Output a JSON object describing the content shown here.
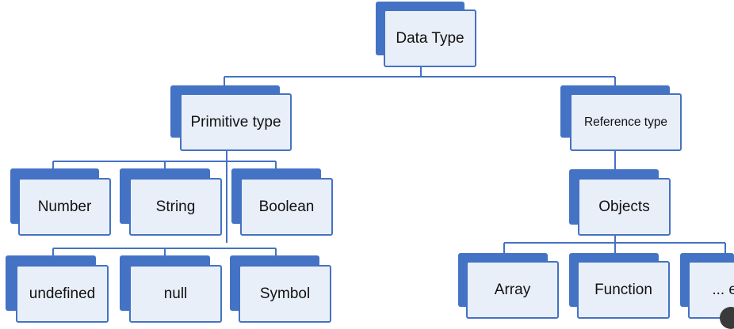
{
  "diagram": {
    "root": {
      "label": "Data Type"
    },
    "primitive": {
      "label": "Primitive type",
      "children": [
        "Number",
        "String",
        "Boolean",
        "undefined",
        "null",
        "Symbol"
      ]
    },
    "reference": {
      "label": "Reference type",
      "objects": {
        "label": "Objects"
      },
      "children": [
        "Array",
        "Function",
        "... e"
      ]
    },
    "colors": {
      "box_border": "#4472c4",
      "box_fill": "#e9eff9",
      "connector": "#4472c4",
      "text": "#111111"
    }
  }
}
